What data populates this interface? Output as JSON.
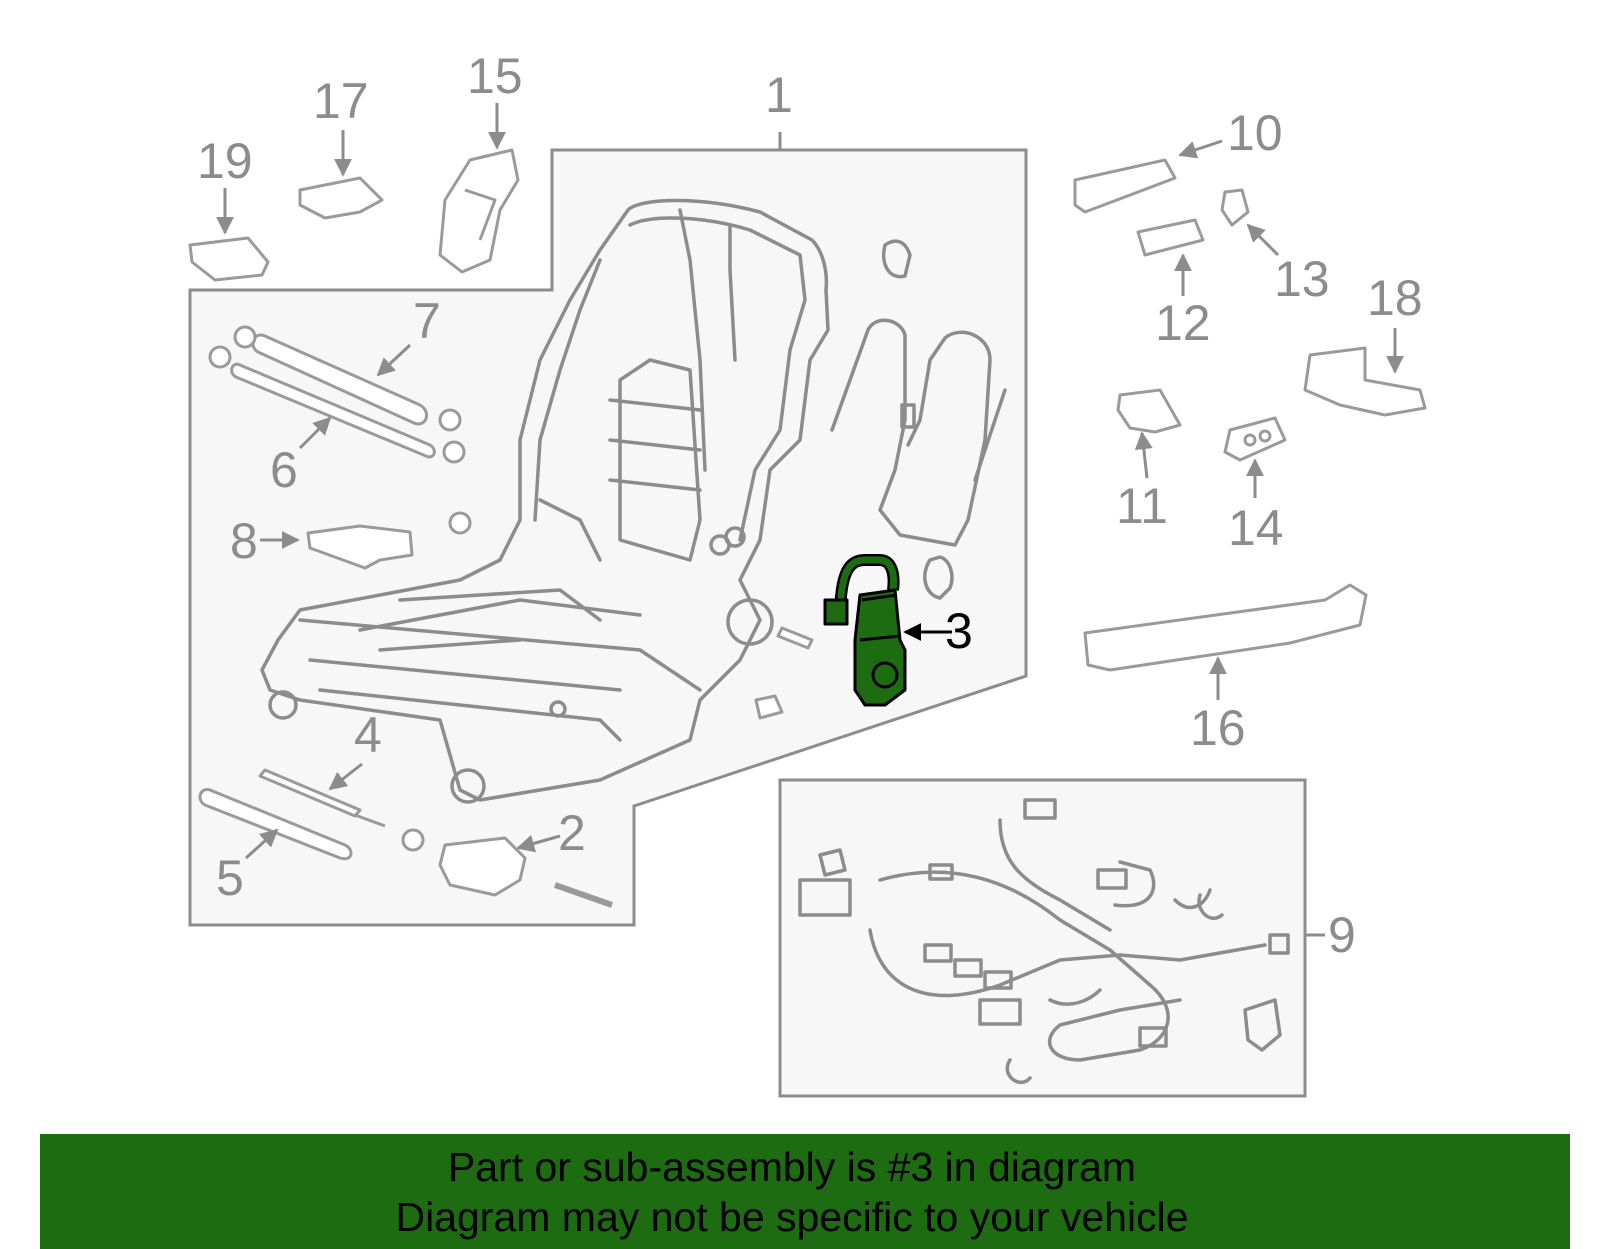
{
  "highlight_color": "#1d6c11",
  "callouts": {
    "c1": "1",
    "c2": "2",
    "c3": "3",
    "c4": "4",
    "c5": "5",
    "c6": "6",
    "c7": "7",
    "c8": "8",
    "c9": "9",
    "c10": "10",
    "c11": "11",
    "c12": "12",
    "c13": "13",
    "c14": "14",
    "c15": "15",
    "c16": "16",
    "c17": "17",
    "c18": "18",
    "c19": "19"
  },
  "banner": {
    "line1": "Part or sub-assembly is #3 in diagram",
    "line2": "Diagram may not be specific to your vehicle"
  }
}
